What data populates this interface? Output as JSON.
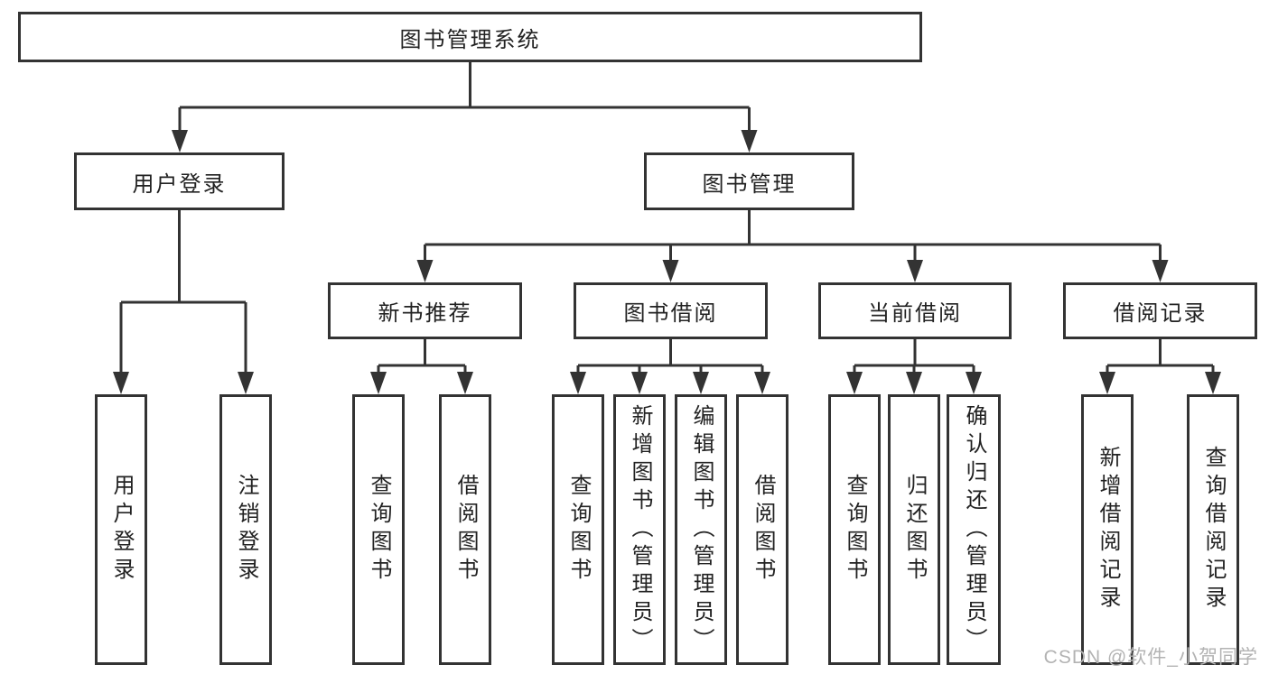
{
  "diagram": {
    "root": "图书管理系统",
    "branches": [
      {
        "label": "用户登录",
        "leaves": [
          "用户登录",
          "注销登录"
        ]
      },
      {
        "label": "图书管理",
        "sections": [
          {
            "label": "新书推荐",
            "leaves": [
              "查询图书",
              "借阅图书"
            ]
          },
          {
            "label": "图书借阅",
            "leaves": [
              "查询图书",
              "新增图书（管理员）",
              "编辑图书（管理员）",
              "借阅图书"
            ]
          },
          {
            "label": "当前借阅",
            "leaves": [
              "查询图书",
              "归还图书",
              "确认归还（管理员）"
            ]
          },
          {
            "label": "借阅记录",
            "leaves": [
              "新增借阅记录",
              "查询借阅记录"
            ]
          }
        ]
      }
    ]
  },
  "watermark": "CSDN @软件_小贺同学",
  "colors": {
    "line": "#333333",
    "box_border": "#333333",
    "text": "#222222",
    "watermark": "#b3b3b3",
    "background": "#ffffff"
  }
}
